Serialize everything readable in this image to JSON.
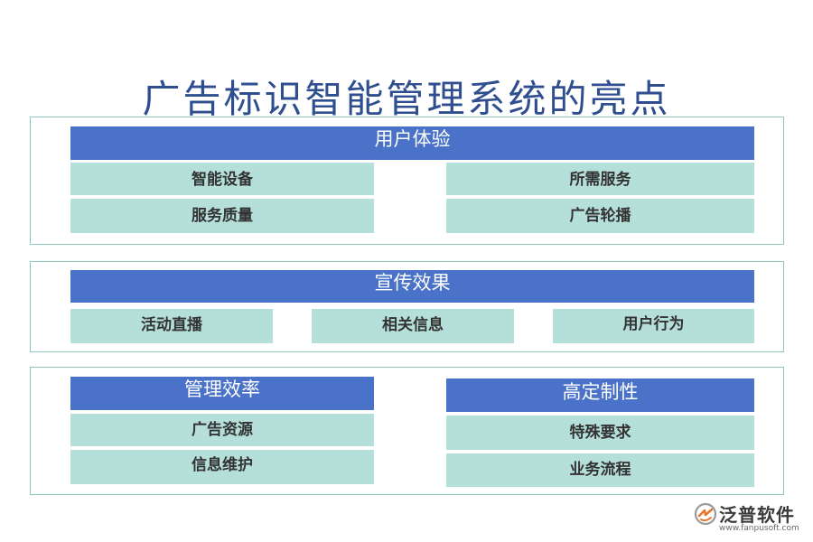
{
  "title": "广告标识智能管理系统的亮点",
  "panels": {
    "user_experience": {
      "header": "用户体验",
      "items": [
        "智能设备",
        "所需服务",
        "服务质量",
        "广告轮播"
      ]
    },
    "promotion": {
      "header": "宣传效果",
      "items": [
        "活动直播",
        "相关信息",
        "用户行为"
      ]
    },
    "management": {
      "header": "管理效率",
      "items": [
        "广告资源",
        "信息维护"
      ]
    },
    "customization": {
      "header": "高定制性",
      "items": [
        "特殊要求",
        "业务流程"
      ]
    }
  },
  "logo": {
    "name": "泛普软件",
    "url": "www.fanpusoft.com"
  },
  "colors": {
    "header_blue": "#4a72c9",
    "cell_teal": "#b5e0d9",
    "panel_border": "#8fc6c0",
    "title_blue": "#2e4e8f",
    "logo_orange": "#e8772e"
  }
}
